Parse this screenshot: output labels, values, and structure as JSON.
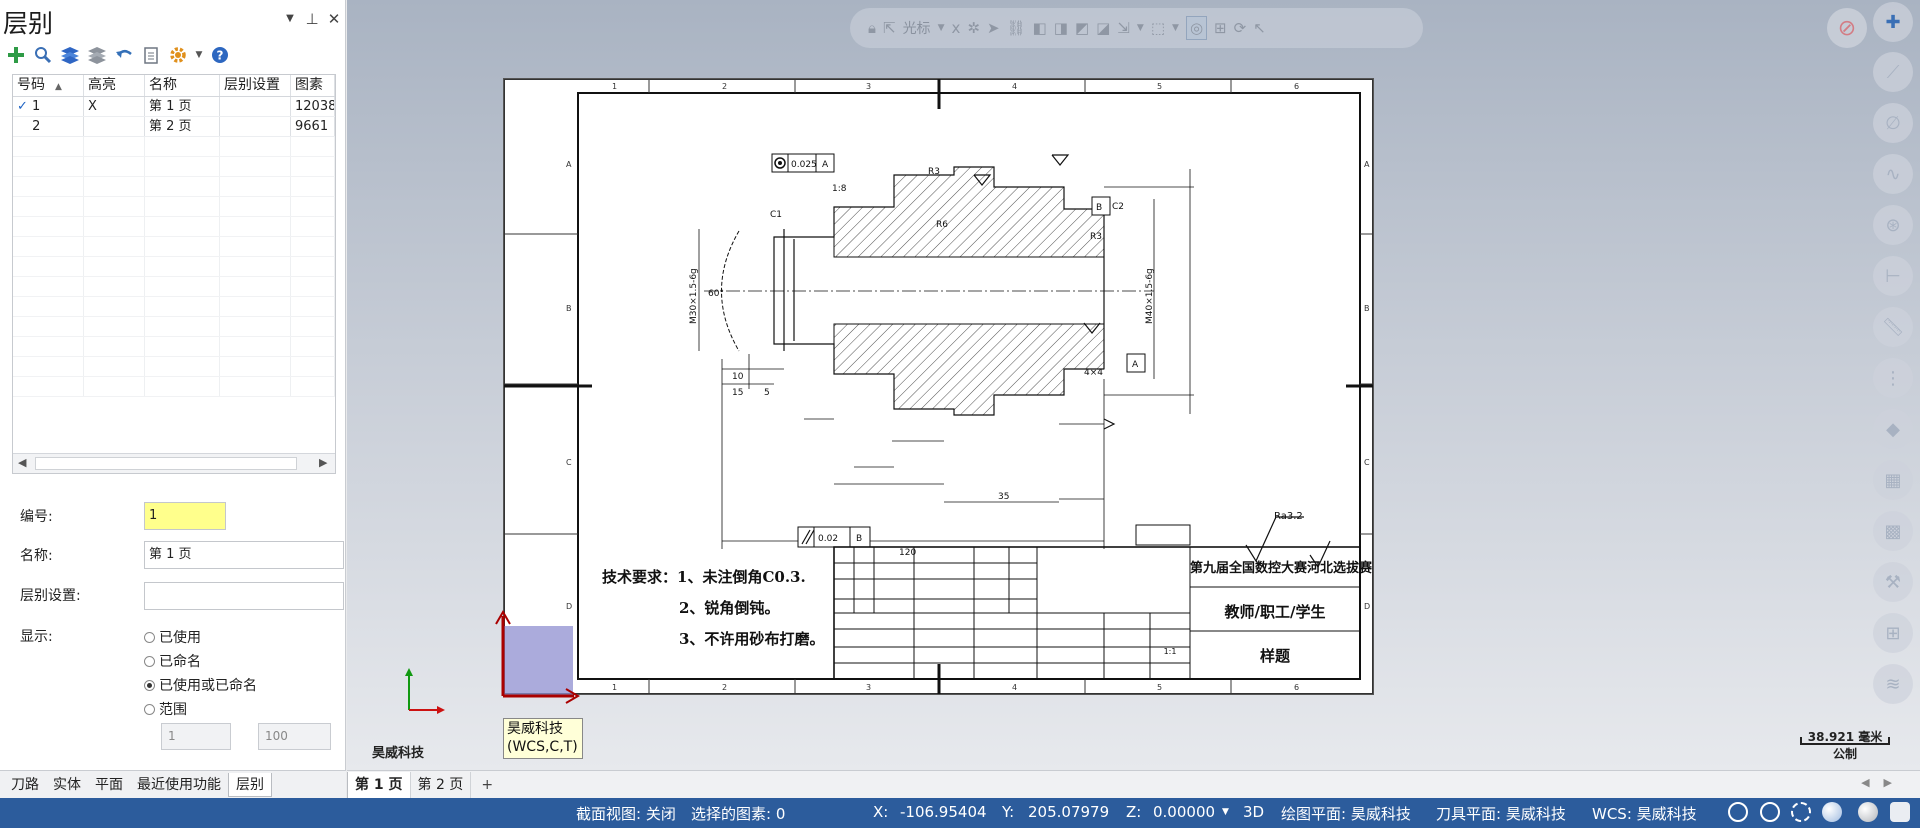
{
  "panel": {
    "title": "层别",
    "controls": {
      "dropdown": "▼",
      "pin": "⊥",
      "close": "✕"
    }
  },
  "toolbar_icons": [
    "add-icon",
    "search-icon",
    "layers-icon",
    "layers-gray-icon",
    "undo-icon",
    "clipboard-icon",
    "gear-icon",
    "help-icon"
  ],
  "table": {
    "headers": [
      "号码",
      "高亮",
      "名称",
      "层别设置",
      "图素"
    ],
    "rows": [
      {
        "check": "✓",
        "number": "1",
        "highlight": "X",
        "name": "第 1 页",
        "setting": "",
        "count": "12038"
      },
      {
        "check": "",
        "number": "2",
        "highlight": "",
        "name": "第 2 页",
        "setting": "",
        "count": "9661"
      }
    ]
  },
  "form": {
    "number_label": "编号:",
    "number_value": "1",
    "name_label": "名称:",
    "name_value": "第 1 页",
    "setting_label": "层别设置:",
    "setting_value": "",
    "display_label": "显示:",
    "display_options": [
      "已使用",
      "已命名",
      "已使用或已命名",
      "范围"
    ],
    "display_selected": "已使用或已命名",
    "range_from": "1",
    "range_to": "100"
  },
  "bottom_tabs": [
    "刀路",
    "实体",
    "平面",
    "最近使用功能",
    "层别"
  ],
  "bottom_tab_active": "层别",
  "viewport_toolbar": {
    "cursor_label": "光标"
  },
  "drawing": {
    "tech_requirements": [
      "技术要求：1、未注倒角C0.3.",
      "2、锐角倒钝。",
      "3、不许用砂布打磨。"
    ],
    "title_block": {
      "competition": "第九届全国数控大赛河北选拔赛",
      "category": "教师/职工/学生",
      "name": "样题",
      "scale": "1:1"
    },
    "roughness": "Ra3.2",
    "annotations": {
      "tol_concentric": "0.025",
      "datum_a": "A",
      "tol_parallel": "0.02",
      "datum_b": "B",
      "taper": "1:8",
      "dim_35": "35",
      "dim_120": "120",
      "thread_left": "M30×1.5-6g",
      "thread_right": "M40×1.5-6g",
      "chamfer_c1": "C1",
      "chamfer_c2": "C2",
      "radius_r3": "R3",
      "radius_r6": "R6",
      "dim_4x4": "4×4",
      "dim_10": "10",
      "dim_15": "15",
      "dim_5": "5",
      "dim_60": "60°"
    }
  },
  "coord_system_label": {
    "line1": "昊威科技",
    "line2": "(WCS,C,T)"
  },
  "brand_label": "昊威科技",
  "scale_display": {
    "value": "38.921 毫米",
    "unit": "公制"
  },
  "sheet_tabs": [
    "第 1 页",
    "第 2 页"
  ],
  "sheet_tab_active": "第 1 页",
  "sheet_add": "+",
  "status": {
    "section_view": "截面视图: 关闭",
    "selected": "选择的图素: 0",
    "x_label": "X:",
    "x_value": "-106.95404",
    "y_label": "Y:",
    "y_value": "205.07979",
    "z_label": "Z:",
    "z_value": "0.00000",
    "mode": "3D",
    "drawing_plane": "绘图平面: 昊威科技",
    "tool_plane": "刀具平面: 昊威科技",
    "wcs": "WCS: 昊威科技"
  },
  "colors": {
    "status_bar": "#2c5c9c",
    "highlight_input": "#ffff8c",
    "axis_red": "#cc1111",
    "axis_green": "#119911"
  }
}
